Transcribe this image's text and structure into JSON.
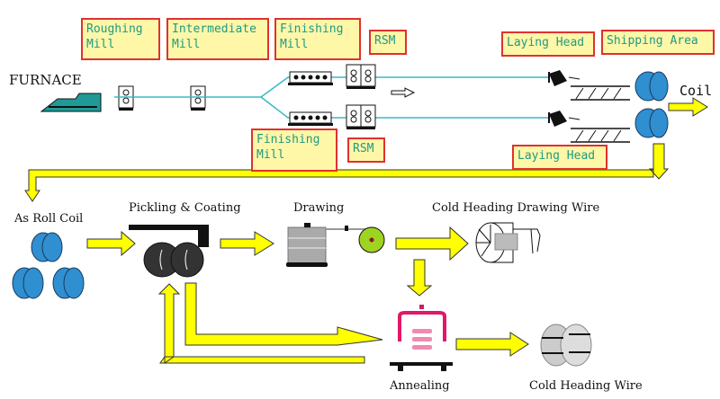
{
  "title": "Wire rod production and downstream processing flow",
  "colors": {
    "label_bg": "#fef7a8",
    "label_border": "#e0312f",
    "label_text": "#1f9a83",
    "arrow": "#ffff00",
    "line": "#3ab8c8",
    "coil": "#2f8fd0"
  },
  "mill_labels": {
    "roughing": "Roughing\nMill",
    "intermediate": "Intermediate\nMill",
    "finishing_top": "Finishing\nMill",
    "rsm_top": "RSM",
    "finishing_bottom": "Finishing\nMill",
    "rsm_bottom": "RSM",
    "laying_head_top": "Laying Head",
    "laying_head_bottom": "Laying Head",
    "shipping_area": "Shipping Area"
  },
  "text_labels": {
    "furnace": "FURNACE",
    "coil": "Coil",
    "as_roll_coil": "As Roll Coil",
    "pickling_coating": "Pickling & Coating",
    "drawing": "Drawing",
    "cold_heading_drawing_wire": "Cold Heading Drawing Wire",
    "annealing": "Annealing",
    "cold_heading_wire": "Cold Heading Wire"
  }
}
